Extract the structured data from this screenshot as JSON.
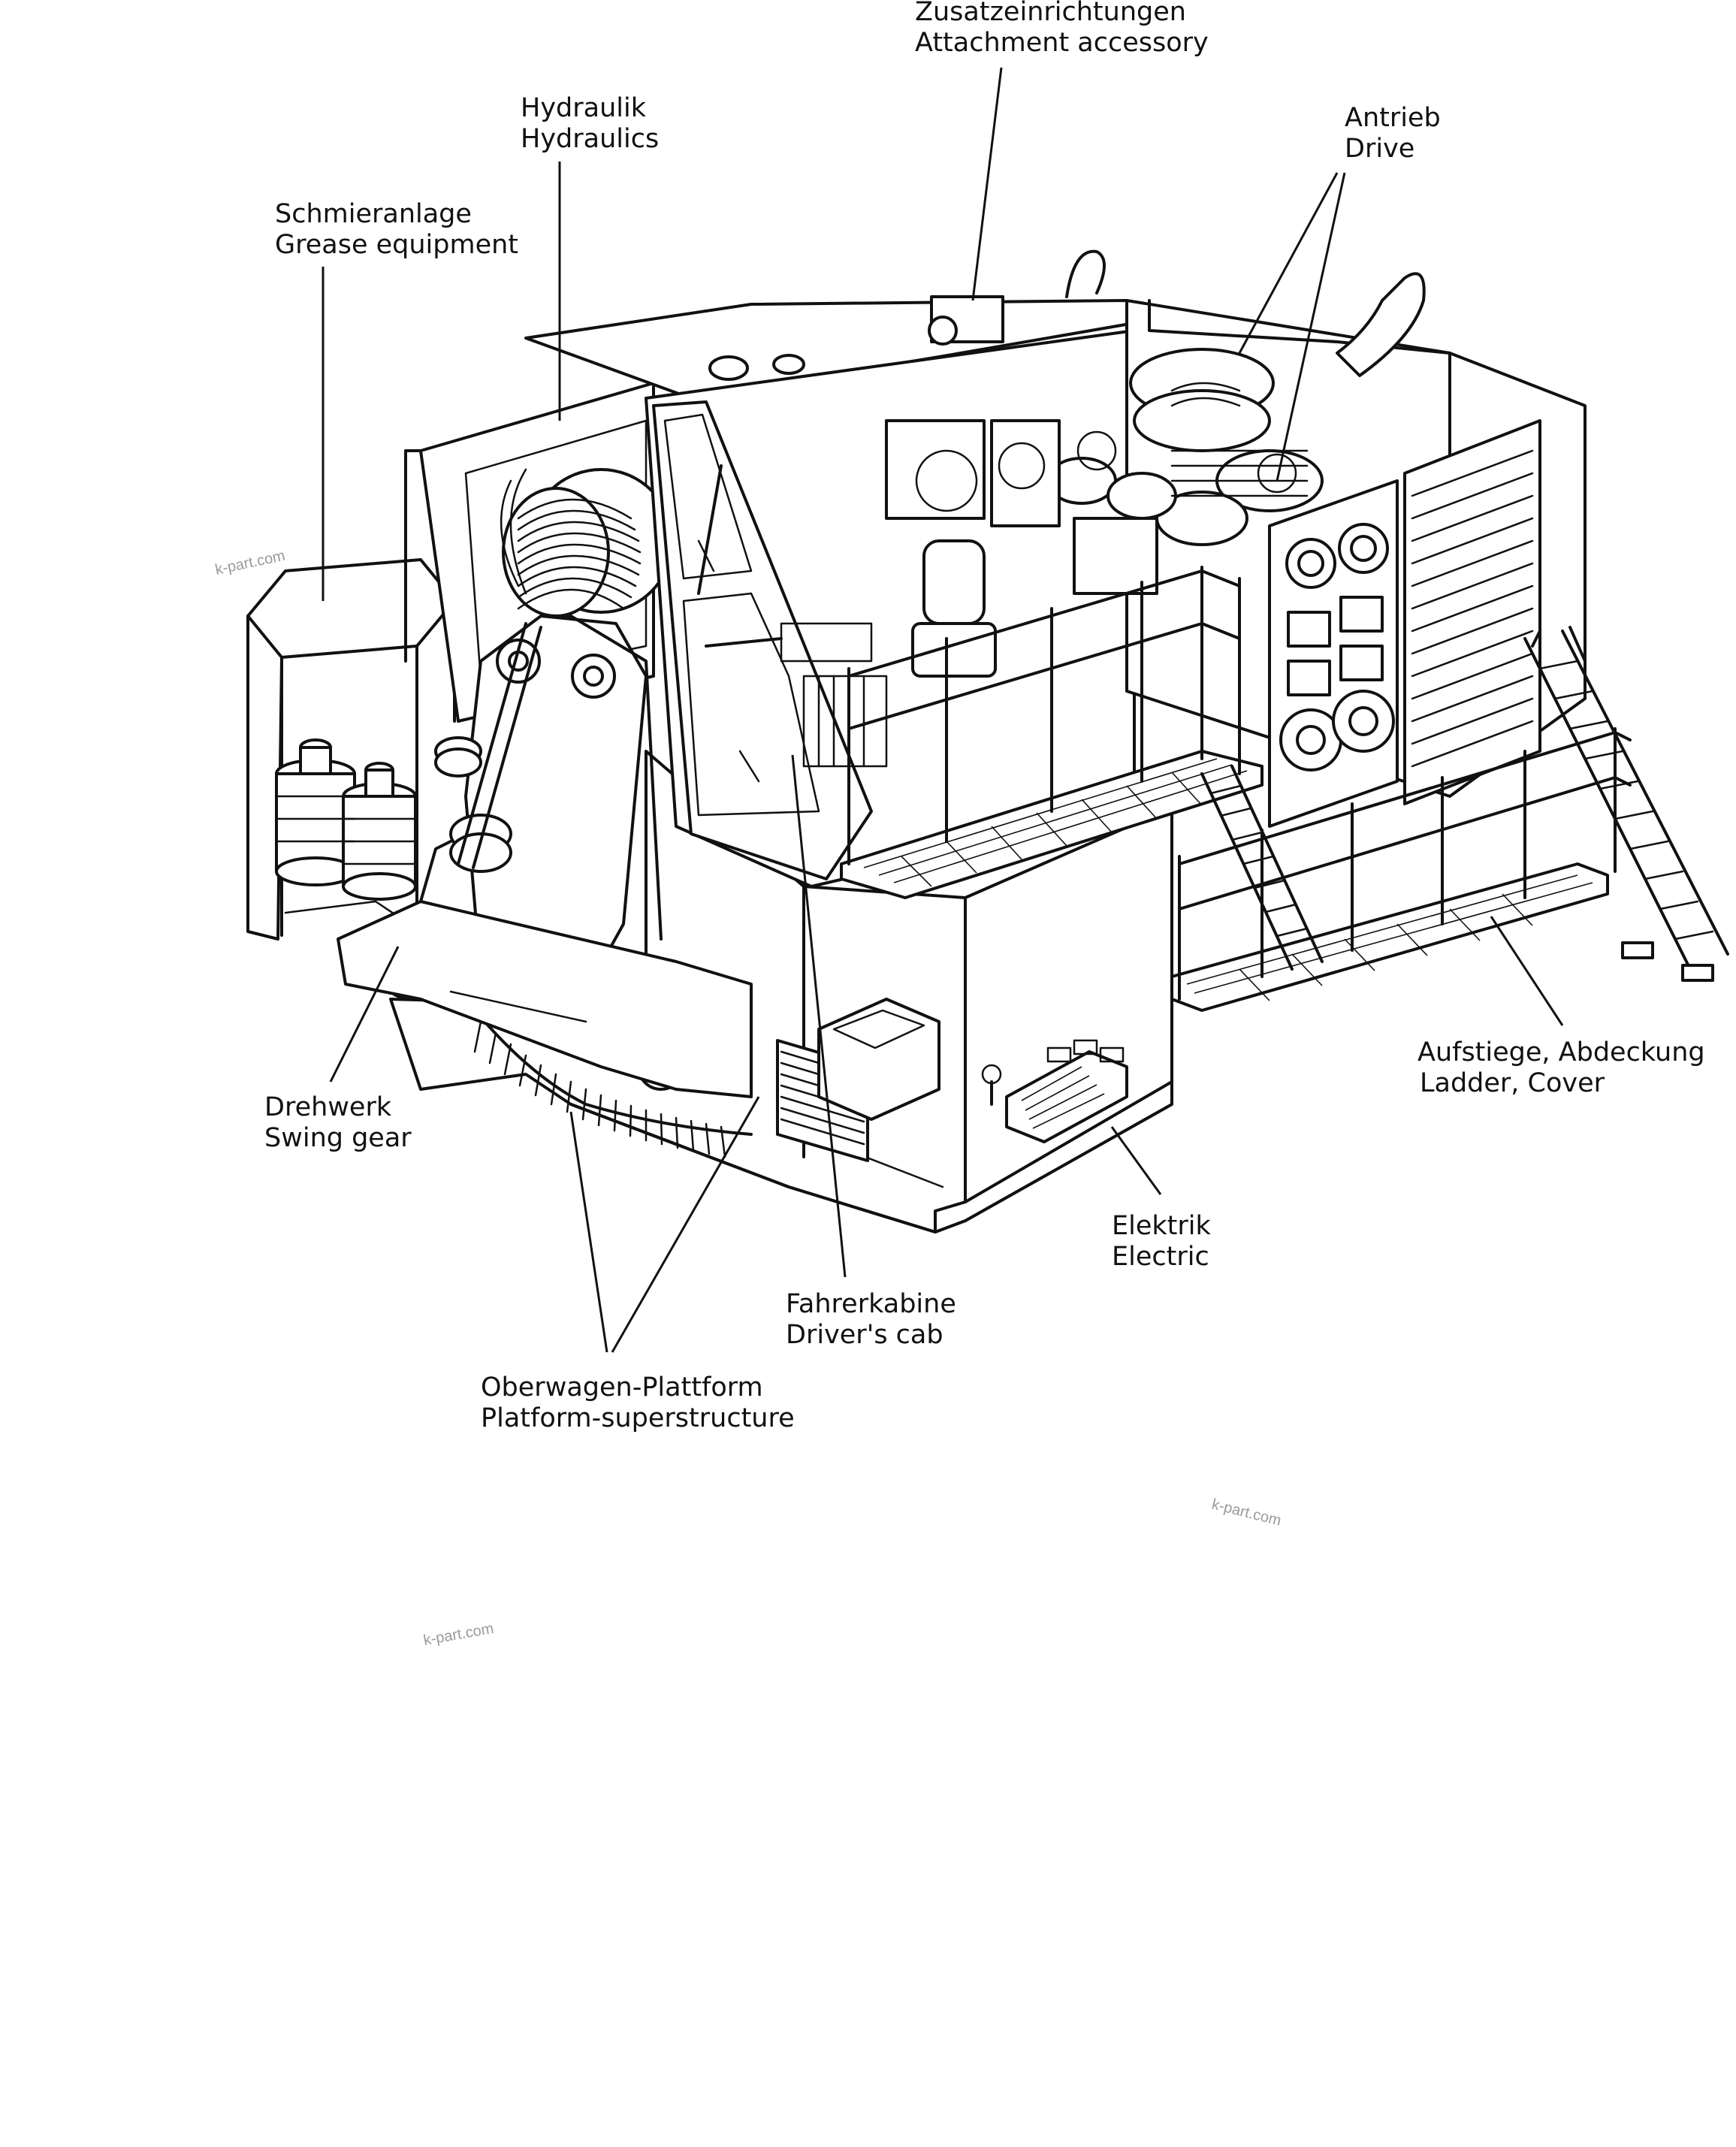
{
  "labels": {
    "attachment": {
      "de": "Zusatzeinrichtungen",
      "en": "Attachment accessory"
    },
    "hydraulics": {
      "de": "Hydraulik",
      "en": "Hydraulics"
    },
    "drive": {
      "de": "Antrieb",
      "en": "Drive"
    },
    "grease": {
      "de": "Schmieranlage",
      "en": "Grease equipment"
    },
    "swing": {
      "de": "Drehwerk",
      "en": "Swing gear"
    },
    "ladder": {
      "de": "Aufstiege, Abdeckung",
      "en": "Ladder, Cover"
    },
    "electric": {
      "de": "Elektrik",
      "en": "Electric"
    },
    "cab": {
      "de": "Fahrerkabine",
      "en": "Driver's cab"
    },
    "platform": {
      "de": "Oberwagen-Plattform",
      "en": "Platform-superstructure"
    }
  },
  "watermark": "k-part.com",
  "colors": {
    "ink": "#111111",
    "paper": "#ffffff",
    "watermark": "#9a9a9a"
  }
}
